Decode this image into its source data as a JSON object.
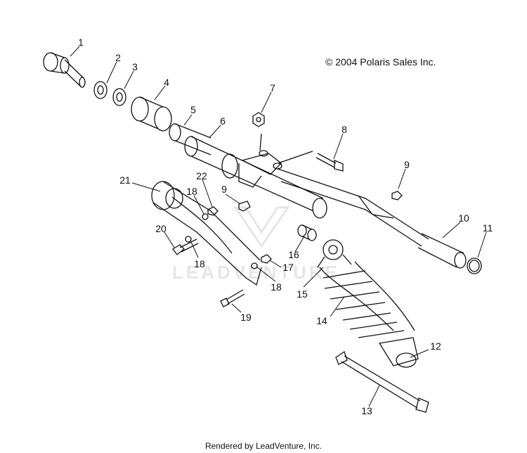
{
  "diagram": {
    "copyright": "© 2004 Polaris Sales Inc.",
    "footer": "Rendered by LeadVenture, Inc.",
    "watermark": "LEADVENTURE",
    "callouts": [
      "1",
      "2",
      "3",
      "4",
      "5",
      "6",
      "7",
      "8",
      "9",
      "9",
      "10",
      "11",
      "12",
      "13",
      "14",
      "15",
      "16",
      "17",
      "18",
      "18",
      "18",
      "19",
      "20",
      "21",
      "22"
    ]
  }
}
